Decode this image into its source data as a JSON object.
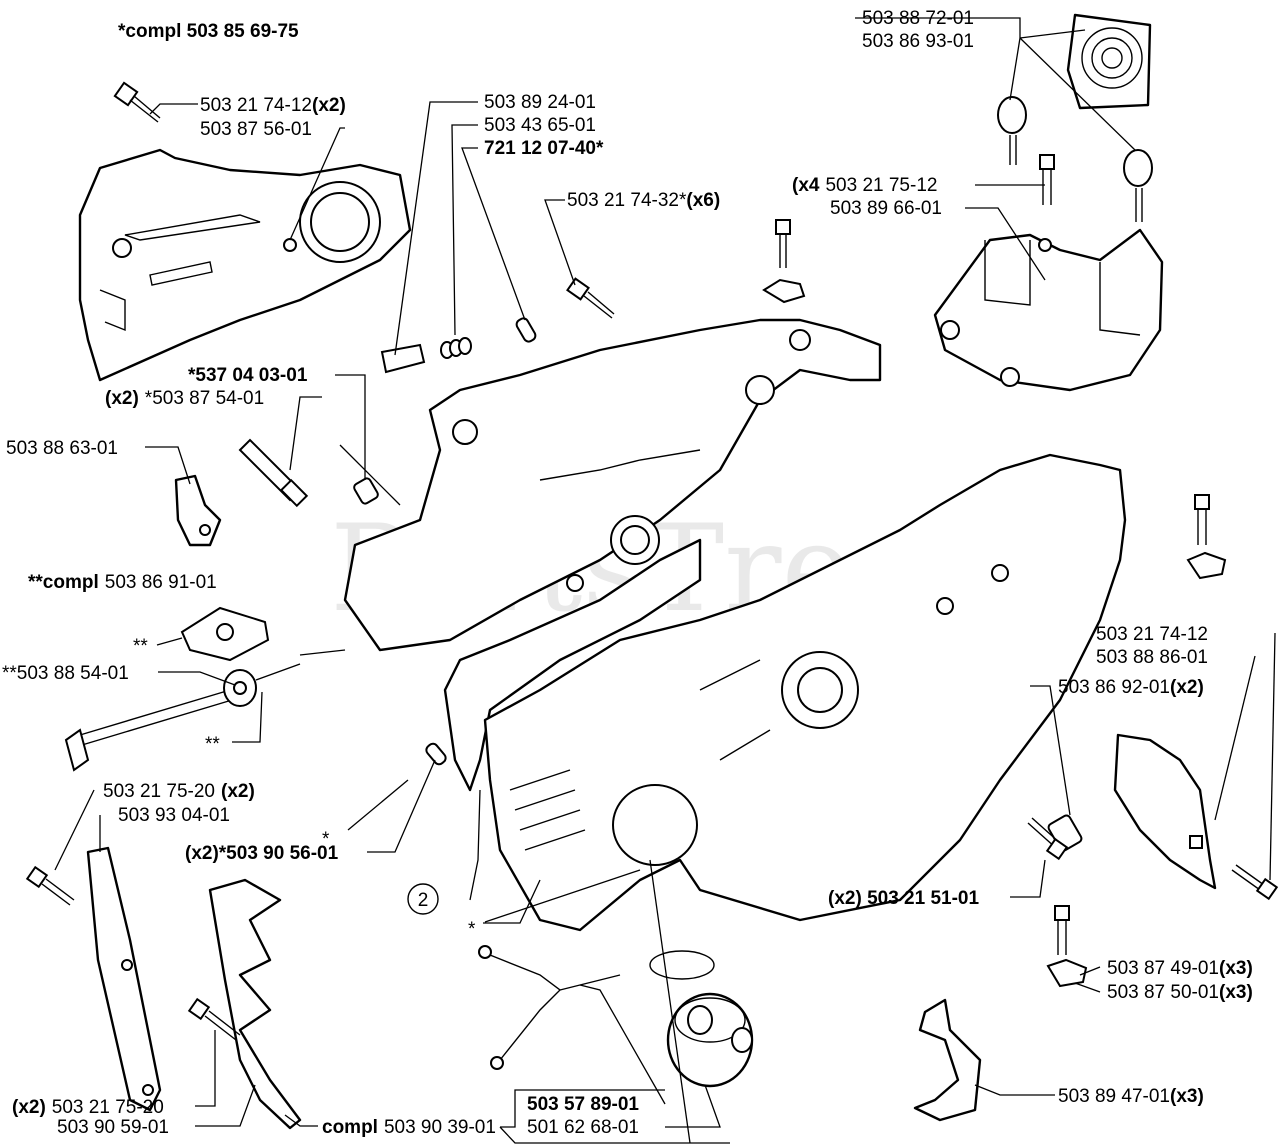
{
  "watermark": "PartsTree",
  "callout_circle": "2",
  "labels": {
    "compl_top": "*compl 503 85 69-75",
    "p1": "503 21 74-12",
    "p1_qty": "(x2)",
    "p2": "503 87 56-01",
    "p3": "503 89 24-01",
    "p4": "503 43 65-01",
    "p5": "721 12 07-40*",
    "p6": "503 21 74-32*",
    "p6_qty": "(x6)",
    "p7": "503 88 72-01",
    "p8": "503 86 93-01",
    "p9_qty": "(x4",
    "p9": "503 21 75-12",
    "p10": "503 89 66-01",
    "p11": "*537 04 03-01",
    "p12_qty": "(x2)",
    "p12": "*503 87 54-01",
    "p13": "503 88 63-01",
    "p14_pre": "**compl",
    "p14": "503 86 91-01",
    "p15": "**503 88 54-01",
    "star2a": "**",
    "star2b": "**",
    "star1a": "*",
    "star1b": "*",
    "p16": "503 21 75-20",
    "p16_qty": "(x2)",
    "p17": "503 93 04-01",
    "p18": "(x2)*503 90 56-01",
    "p19": "503 21 74-12",
    "p20": "503 88 86-01",
    "p21": "503 86 92-01",
    "p21_qty": "(x2)",
    "p22": "(x2) 503 21 51-01",
    "p23": "503 87 49-01",
    "p23_qty": "(x3)",
    "p24": "503 87 50-01",
    "p24_qty": "(x3)",
    "p25_qty": "(x2)",
    "p25": "503 21 75-20",
    "p26": "503 90 59-01",
    "p27_pre": "compl",
    "p27": "503 90 39-01",
    "p28": "503 57 89-01",
    "p29": "501 62 68-01",
    "p30": "503 89 47-01",
    "p30_qty": "(x3)"
  }
}
